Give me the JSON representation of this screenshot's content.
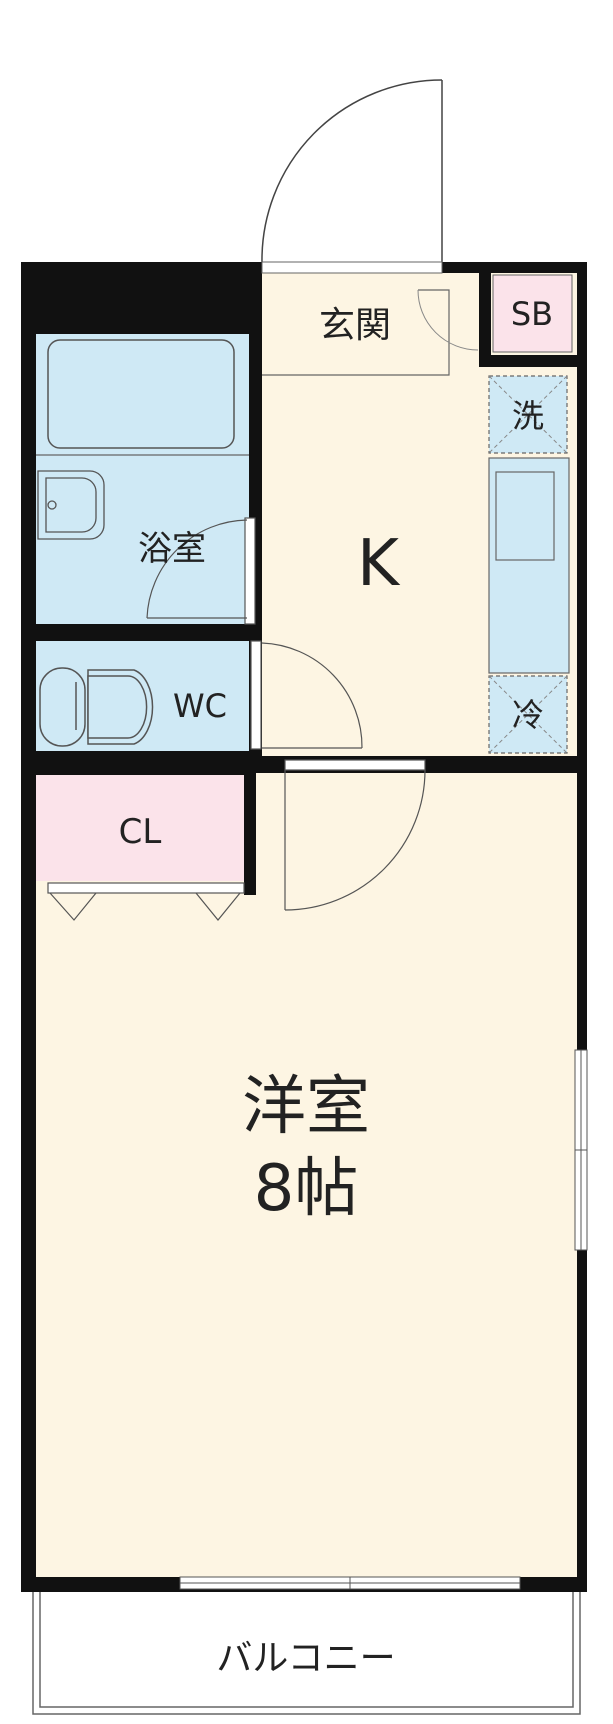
{
  "rooms": {
    "entrance": "玄関",
    "shoe_box": "SB",
    "washer": "洗",
    "kitchen": "K",
    "fridge": "冷",
    "bath": "浴室",
    "toilet": "WC",
    "closet": "CL",
    "western_room_name": "洋室",
    "western_room_size": "8帖",
    "balcony": "バルコニー"
  },
  "colors": {
    "wall": "#111111",
    "wet_area": "#cfe9f5",
    "kitchen_floor": "#fdf5e3",
    "storage": "#fbe3ea",
    "line": "#444444"
  }
}
